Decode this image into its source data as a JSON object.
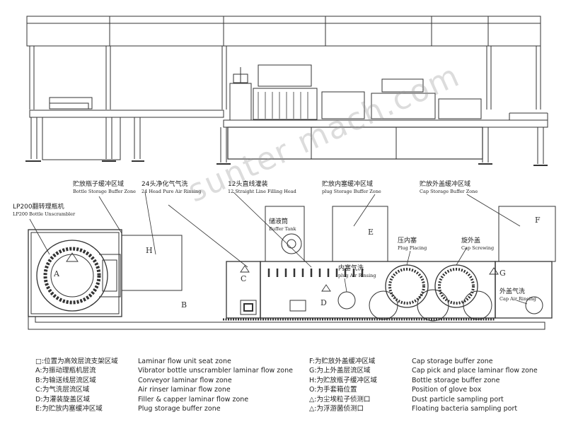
{
  "watermark": "sunter mach.com",
  "labels": {
    "bottle_storage": {
      "cn": "贮放瓶子缓冲区域",
      "en": "Bottle Storage Buffer Zone"
    },
    "air_rinse": {
      "cn": "24头净化气气洗",
      "en": "24 Head Pure Air Rinsing"
    },
    "filling": {
      "cn": "12头直线灌装",
      "en": "12 Straight Line Filling Head"
    },
    "plug_storage": {
      "cn": "贮放内塞缓冲区域",
      "en": "plug Storage Buffer Zone"
    },
    "cap_storage": {
      "cn": "贮放外盖缓冲区域",
      "en": "Cap Storage Buffer Zone"
    },
    "unscrambler": {
      "cn": "LP200翻转理瓶机",
      "en": "LP200 Bottle Unscrambler"
    },
    "buffer_tank": {
      "cn": "储液筒",
      "en": "Buffer Tank"
    },
    "plug_placing": {
      "cn": "压内塞",
      "en": "Plug Placing"
    },
    "cap_screwing": {
      "cn": "旋外盖",
      "en": "Cap Screwing"
    },
    "plug_air": {
      "cn": "内塞气洗",
      "en": "plug Air Rinsing"
    },
    "cap_air": {
      "cn": "外盖气洗",
      "en": "Cap Air Rinsing"
    }
  },
  "zones": {
    "A": "A",
    "B": "B",
    "C": "C",
    "D": "D",
    "E": "E",
    "F": "F",
    "G": "G",
    "H": "H"
  },
  "legend": {
    "col1": [
      "□:位置为高效层流支架区域",
      "A:为振动理瓶机层流",
      "B:为输送线层流区域",
      "C:为气洗层流区域",
      "D:为灌装旋盖区域",
      "E:为贮放内塞缓冲区域"
    ],
    "col2": [
      "Laminar flow unit seat zone",
      "Vibrator bottle unscrambler laminar flow zone",
      "Conveyor laminar flow zone",
      "Air rinser laminar flow zone",
      "Filler & capper laminar flow zone",
      "Plug storage buffer zone"
    ],
    "col3": [
      "F:为贮放外盖缓冲区域",
      "G:为上外盖层流区域",
      "H:为贮放瓶子缓冲区域",
      "O:为手套箱位置",
      "△:为尘埃粒子侦测口",
      "△:为浮游菌侦测口"
    ],
    "col4": [
      "Cap storage buffer zone",
      "Cap pick and place laminar flow zone",
      "Bottle storage buffer zone",
      "Position of glove box",
      "Dust particle sampling port",
      "Floating bacteria sampling port"
    ]
  }
}
